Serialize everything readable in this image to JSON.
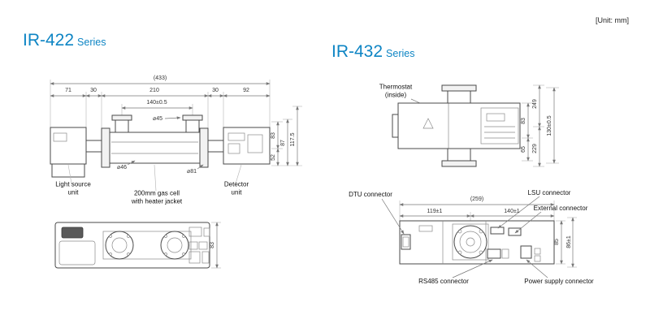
{
  "page": {
    "unit_note": "[Unit: mm]"
  },
  "colors": {
    "accent_blue": "#0e85c4",
    "line": "#4a4a4a"
  },
  "ir422": {
    "title": "IR-422",
    "series": "Series",
    "top_view": {
      "dims": {
        "total_width": "(433)",
        "seg_71": "71",
        "seg_30_left": "30",
        "seg_210": "210",
        "seg_30_right": "30",
        "seg_92": "92",
        "port_pitch": "140±0.5",
        "port_dia": "⌀45",
        "cell_dia": "⌀46",
        "flange_dia": "⌀81",
        "h_83": "83",
        "h_52": "52",
        "h_87": "87",
        "h_total": "117.5"
      },
      "labels": {
        "light_source": "Light source\nunit",
        "gas_cell": "200mm gas cell\nwith heater jacket",
        "detector": "Detector\nunit"
      }
    },
    "front_view": {
      "dims": {
        "h_83": "83"
      }
    }
  },
  "ir432": {
    "title": "IR-432",
    "series": "Series",
    "side_view": {
      "labels": {
        "thermostat": "Thermostat\n(inside)"
      },
      "dims": {
        "v_249": "249",
        "v_83": "83",
        "v_65": "65",
        "v_229": "229",
        "pipe_pitch": "130±0.5"
      }
    },
    "top_view": {
      "dims": {
        "total_width": "(259)",
        "seg_119": "119±1",
        "seg_140": "140±1",
        "v_85": "85",
        "v_86": "86±1"
      },
      "labels": {
        "dtu": "DTU connector",
        "lsu": "LSU connector",
        "external": "External connector",
        "rs485": "RS485 connector",
        "power": "Power supply connector"
      }
    }
  }
}
